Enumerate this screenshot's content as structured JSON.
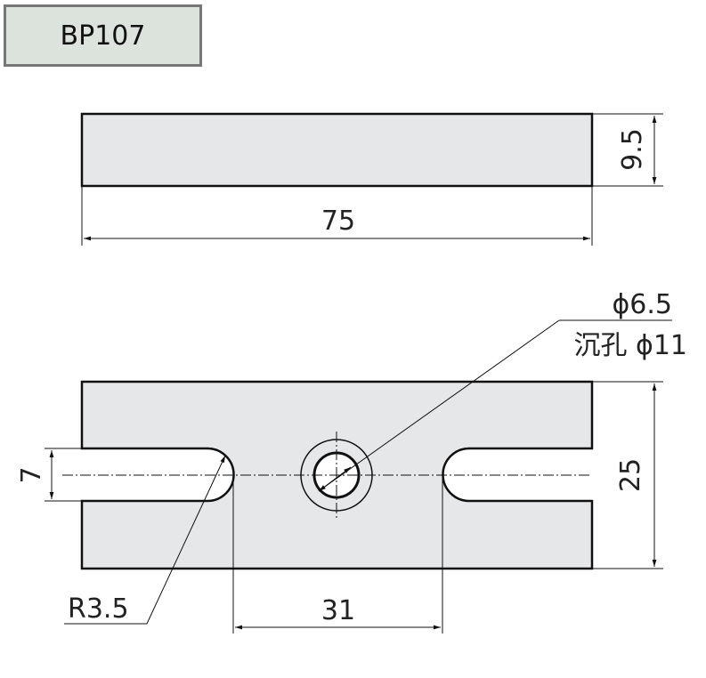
{
  "part_number": "BP107",
  "dimensions": {
    "thickness": "9.5",
    "length": "75",
    "width": "25",
    "slot_width": "7",
    "slot_radius": "R3.5",
    "slot_spacing": "31",
    "hole_diameter": "ϕ6.5",
    "counterbore": "沉孔 ϕ11"
  },
  "colors": {
    "plate_fill": "#e6e7e8",
    "label_bg": "#dce3dc"
  }
}
